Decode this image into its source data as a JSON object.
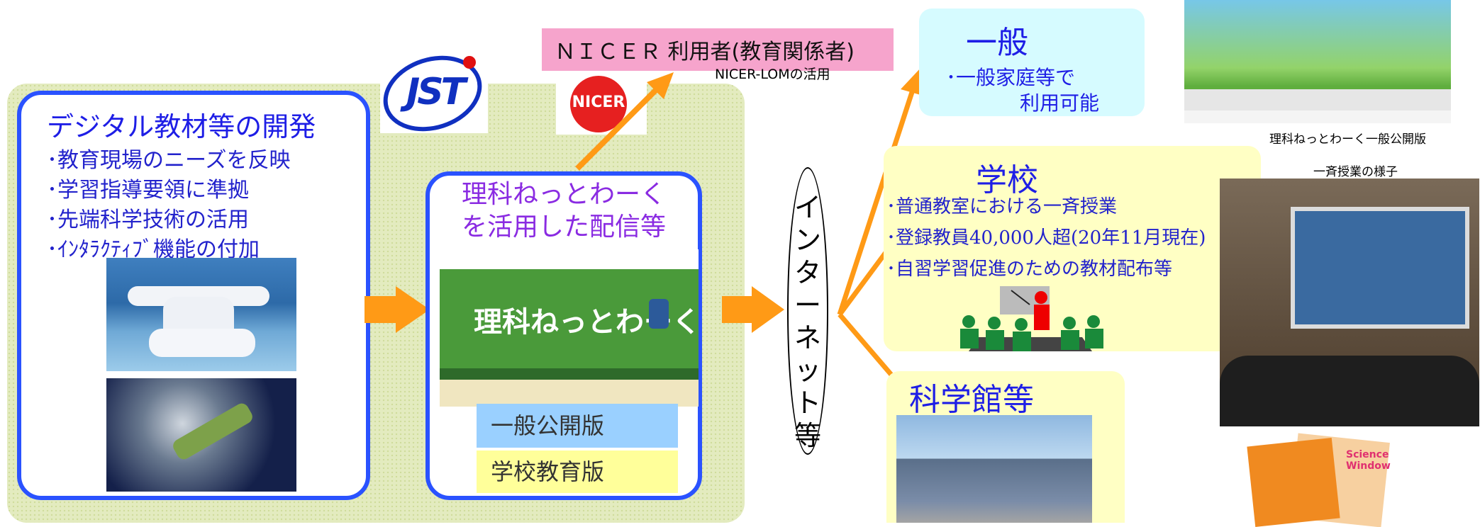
{
  "left": {
    "title": "デジタル教材等の開発",
    "bullets": [
      "･教育現場のニーズを反映",
      "･学習指導要領に準拠",
      "･先端科学技術の活用",
      "･ｲﾝﾀﾗｸﾃｨﾌﾞ機能の付加"
    ]
  },
  "logos": {
    "jst": "JST",
    "nicer": "NICER"
  },
  "nicer_box": {
    "label": "ＮＩＣＥＲ 利用者(教育関係者)",
    "note": "NICER-LOMの活用"
  },
  "middle": {
    "title_line1": "理科ねっとわーく",
    "title_line2": "を活用した配信等",
    "screenshot_title": "理科ねっとわーく",
    "edition_public": "一般公開版",
    "edition_school": "学校教育版"
  },
  "internet": {
    "label": "インターネット等",
    "chars": [
      "イ",
      "ン",
      "タ",
      "ー",
      "ネ",
      "ッ",
      "ト",
      "等"
    ]
  },
  "general": {
    "title": "一般",
    "line1": "･一般家庭等で",
    "line2": "利用可能"
  },
  "school": {
    "title": "学校",
    "bullets": [
      "･普通教室における一斉授業",
      "･登録教員40,000人超(20年11月現在)",
      "･自習学習促進のための教材配布等"
    ]
  },
  "museum": {
    "title": "科学館等"
  },
  "captions": {
    "public_site": "理科ねっとわーく一般公開版",
    "class_photo": "一斉授業の様子"
  },
  "magazine": {
    "title": "Science Window"
  },
  "colors": {
    "orange": "#ff9a16",
    "blue_border": "#2a52ff",
    "pink": "#f6a4cc",
    "yellow": "#ffffc4",
    "cyan": "#d6fbff"
  }
}
